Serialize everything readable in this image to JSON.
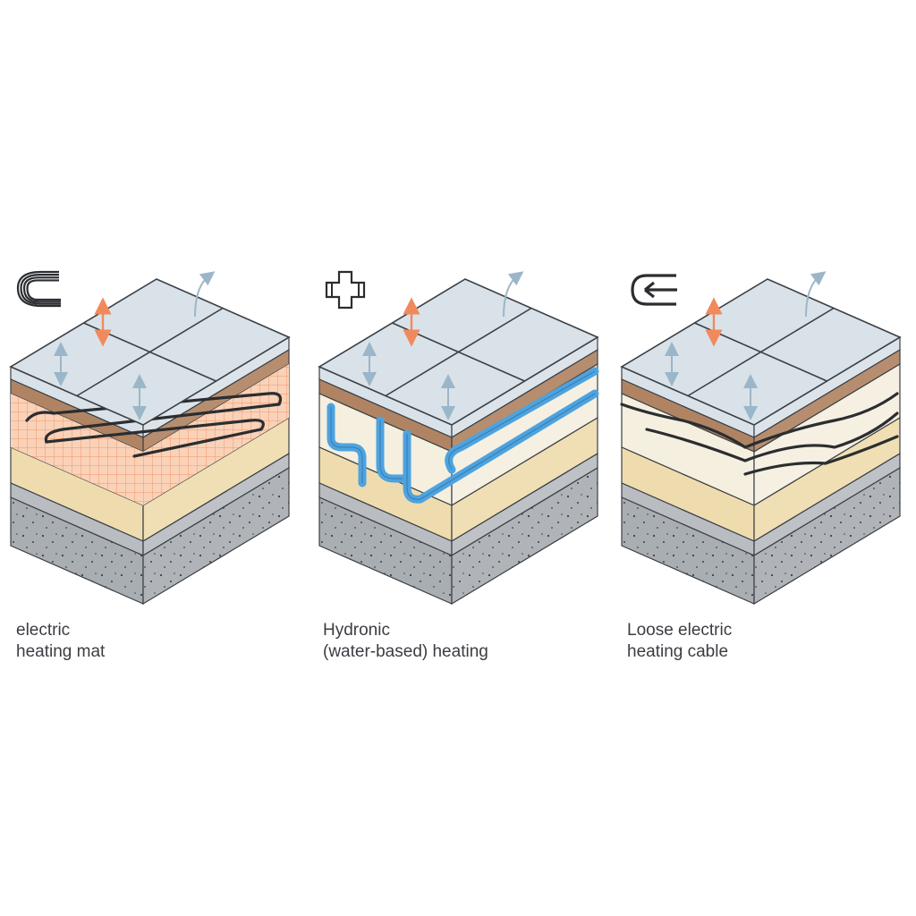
{
  "panels": [
    {
      "type": "mat",
      "icon": "layered-arcs-icon",
      "caption": [
        "electric",
        "heating mat"
      ]
    },
    {
      "type": "hydronic",
      "icon": "pipe-fitting-icon",
      "caption": [
        "Hydronic",
        "(water-based) heating"
      ]
    },
    {
      "type": "cable",
      "icon": "cable-loop-icon",
      "caption": [
        "Loose electric",
        "heating cable"
      ]
    }
  ],
  "colors": {
    "tile": "#d9e2e8",
    "tile_grout": "#3a3f45",
    "adhesive": "#b08463",
    "leveling": "#f4efdf",
    "insulation": "#efdcae",
    "membrane": "#b9bdc2",
    "concrete": "#a9aeb3",
    "mat_heat": "#f4a37c",
    "pipe": "#4da3e0",
    "cable": "#2b2d30",
    "up_arrow": "#f08a5d",
    "air_arrow": "#9bb6c8"
  }
}
